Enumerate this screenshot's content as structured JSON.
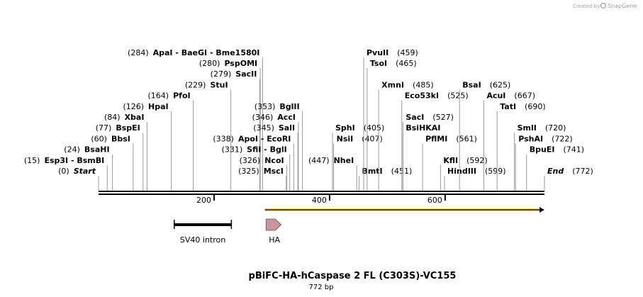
{
  "header": {
    "created_by": "Created by",
    "brand": "SnapGene"
  },
  "map": {
    "title": "pBiFC-HA-hCaspase 2 FL (C303S)-VC155",
    "length": "772 bp",
    "total_bp": 772,
    "ticks": [
      {
        "bp": 200,
        "label": "200"
      },
      {
        "bp": 400,
        "label": "400"
      },
      {
        "bp": 600,
        "label": "600"
      }
    ]
  },
  "sites": [
    {
      "id": "start",
      "pos": "(0)",
      "name": "Start",
      "bp": 0,
      "side": "left",
      "row": 0,
      "italic": true
    },
    {
      "id": "esp3i",
      "pos": "(15)",
      "name": "Esp3I  -  BsmBI",
      "bp": 15,
      "side": "left",
      "row": 1
    },
    {
      "id": "bsahi",
      "pos": "(24)",
      "name": "BsaHI",
      "bp": 24,
      "side": "left",
      "row": 2
    },
    {
      "id": "bbsi",
      "pos": "(60)",
      "name": "BbsI",
      "bp": 60,
      "side": "left",
      "row": 3
    },
    {
      "id": "bspei",
      "pos": "(77)",
      "name": "BspEI",
      "bp": 77,
      "side": "left",
      "row": 4
    },
    {
      "id": "xbai",
      "pos": "(84)",
      "name": "XbaI",
      "bp": 84,
      "side": "left",
      "row": 5
    },
    {
      "id": "hpai",
      "pos": "(126)",
      "name": "HpaI",
      "bp": 126,
      "side": "left",
      "row": 6
    },
    {
      "id": "pfoi",
      "pos": "(164)",
      "name": "PfoI",
      "bp": 164,
      "side": "left",
      "row": 7
    },
    {
      "id": "stui",
      "pos": "(229)",
      "name": "StuI",
      "bp": 229,
      "side": "left",
      "row": 8
    },
    {
      "id": "sacii",
      "pos": "(279)",
      "name": "SacII",
      "bp": 279,
      "side": "left",
      "row": 9
    },
    {
      "id": "pspomi",
      "pos": "(280)",
      "name": "PspOMI",
      "bp": 280,
      "side": "left",
      "row": 10
    },
    {
      "id": "apai",
      "pos": "(284)",
      "name": "ApaI  -  BaeGI  -  Bme1580I",
      "bp": 284,
      "side": "left",
      "row": 11
    },
    {
      "id": "msci",
      "pos": "(325)",
      "name": "MscI",
      "bp": 325,
      "side": "left",
      "row": 0
    },
    {
      "id": "ncoi",
      "pos": "(326)",
      "name": "NcoI",
      "bp": 326,
      "side": "left",
      "row": 1
    },
    {
      "id": "sfii",
      "pos": "(331)",
      "name": "SfiI  -  BglI",
      "bp": 331,
      "side": "left",
      "row": 2
    },
    {
      "id": "apoi",
      "pos": "(338)",
      "name": "ApoI  -  EcoRI",
      "bp": 338,
      "side": "left",
      "row": 3
    },
    {
      "id": "sali",
      "pos": "(345)",
      "name": "SalI",
      "bp": 345,
      "side": "left",
      "row": 4
    },
    {
      "id": "acci",
      "pos": "(346)",
      "name": "AccI",
      "bp": 346,
      "side": "left",
      "row": 5
    },
    {
      "id": "bglii",
      "pos": "(353)",
      "name": "BglII",
      "bp": 353,
      "side": "left",
      "row": 6
    },
    {
      "id": "nsii",
      "pos": "(407)",
      "name": "NsiI",
      "bp": 407,
      "side": "right",
      "row": 3
    },
    {
      "id": "sphi",
      "pos": "(405)",
      "name": "SphI",
      "bp": 405,
      "side": "right",
      "row": 4
    },
    {
      "id": "nhei",
      "pos": "(447)",
      "name": "NheI",
      "bp": 447,
      "side": "left",
      "row": 1
    },
    {
      "id": "bmti",
      "pos": "(451)",
      "name": "BmtI",
      "bp": 451,
      "side": "right",
      "row": 0
    },
    {
      "id": "tsoi",
      "pos": "(465)",
      "name": "TsoI",
      "bp": 465,
      "side": "right",
      "row": 10
    },
    {
      "id": "pvuii",
      "pos": "(459)",
      "name": "PvuII",
      "bp": 459,
      "side": "right",
      "row": 11
    },
    {
      "id": "xmni",
      "pos": "(485)",
      "name": "XmnI",
      "bp": 485,
      "side": "right",
      "row": 8
    },
    {
      "id": "eco53ki",
      "pos": "(525)",
      "name": "Eco53kI",
      "bp": 525,
      "side": "right",
      "row": 7
    },
    {
      "id": "saci",
      "pos": "(527)",
      "name": "SacI",
      "bp": 527,
      "side": "right",
      "row": 5
    },
    {
      "id": "bsihkai",
      "pos": "",
      "name": "BsiHKAI",
      "bp": 527,
      "side": "right",
      "row": 4
    },
    {
      "id": "pflmi",
      "pos": "(561)",
      "name": "PflMI",
      "bp": 561,
      "side": "right",
      "row": 3
    },
    {
      "id": "kfli",
      "pos": "(592)",
      "name": "KflI",
      "bp": 592,
      "side": "right",
      "row": 1
    },
    {
      "id": "hindiii",
      "pos": "(599)",
      "name": "HindIII",
      "bp": 599,
      "side": "right",
      "row": 0
    },
    {
      "id": "bsai",
      "pos": "(625)",
      "name": "BsaI",
      "bp": 625,
      "side": "right",
      "row": 8
    },
    {
      "id": "acui",
      "pos": "(667)",
      "name": "AcuI",
      "bp": 667,
      "side": "right",
      "row": 7
    },
    {
      "id": "tati",
      "pos": "(690)",
      "name": "TatI",
      "bp": 690,
      "side": "right",
      "row": 6
    },
    {
      "id": "smli",
      "pos": "(720)",
      "name": "SmlI",
      "bp": 720,
      "side": "right",
      "row": 4
    },
    {
      "id": "pshai",
      "pos": "(722)",
      "name": "PshAI",
      "bp": 722,
      "side": "right",
      "row": 3
    },
    {
      "id": "bpuei",
      "pos": "(741)",
      "name": "BpuEI",
      "bp": 741,
      "side": "right",
      "row": 2
    },
    {
      "id": "end",
      "pos": "(772)",
      "name": "End",
      "bp": 772,
      "side": "right",
      "row": 0,
      "italic": true
    }
  ],
  "features": [
    {
      "id": "sv40",
      "label": "SV40 intron",
      "type": "bar",
      "color": "#000000",
      "start": 131,
      "end": 230
    },
    {
      "id": "ha",
      "label": "HA",
      "type": "arrow",
      "color": "#c9959f",
      "start": 290,
      "end": 316
    },
    {
      "id": "orf",
      "label": "",
      "type": "orf",
      "color": "#f0a500",
      "start": 288,
      "end": 772
    }
  ]
}
